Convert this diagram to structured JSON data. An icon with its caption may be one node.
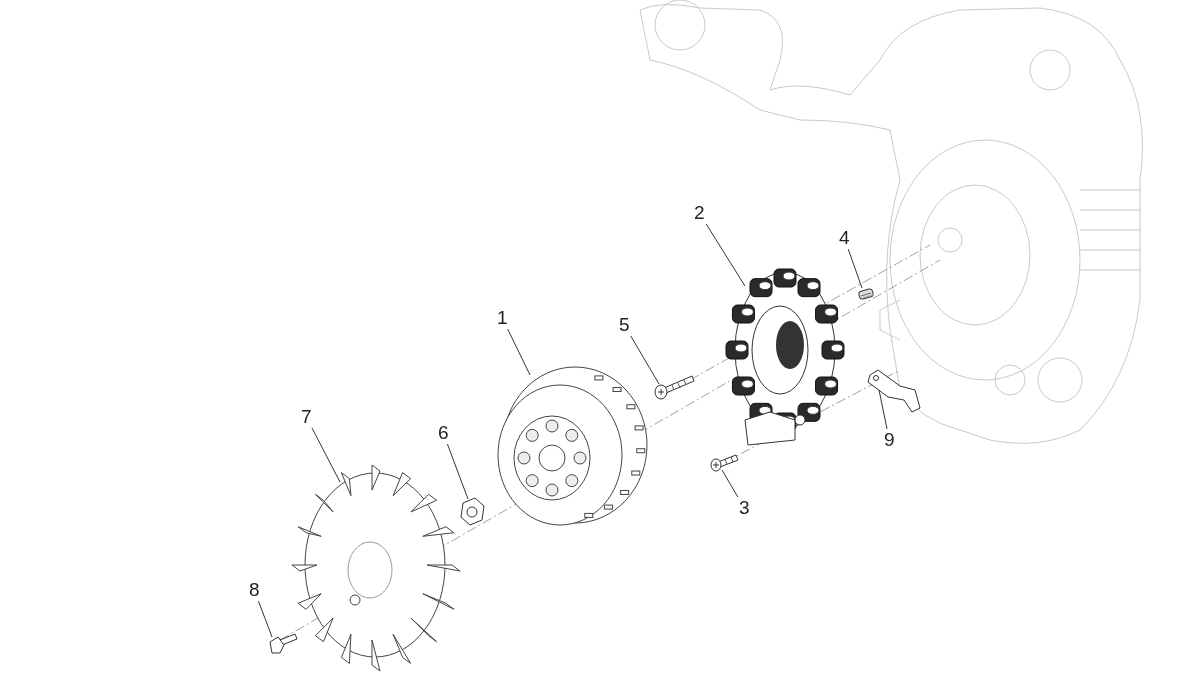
{
  "diagram": {
    "nodes": [
      {
        "text": [
          "2"
        ]
      },
      {
        "text": [
          "4"
        ]
      },
      {
        "text": [
          "1"
        ]
      },
      {
        "text": [
          "5"
        ]
      },
      {
        "text": [
          "7"
        ]
      },
      {
        "text": [
          "6"
        ]
      },
      {
        "text": [
          "9"
        ]
      },
      {
        "text": [
          "3"
        ]
      },
      {
        "text": [
          "8"
        ]
      },
      {
        "text": [],
        "shape": "picture"
      },
      {
        "text": [],
        "shape": "picture"
      },
      {
        "text": [],
        "shape": "picture"
      },
      {
        "text": [],
        "shape": "picture"
      },
      {
        "text": [],
        "shape": "picture"
      },
      {
        "text": [],
        "shape": "picture"
      },
      {
        "text": [],
        "shape": "picture"
      },
      {
        "text": [],
        "shape": "picture"
      },
      {
        "text": [],
        "shape": "picture"
      }
    ],
    "edges": [
      {
        "from": 0,
        "to": 9,
        "arrow": "none"
      },
      {
        "from": 1,
        "to": 10,
        "arrow": "none"
      },
      {
        "from": 2,
        "to": 11,
        "arrow": "none"
      },
      {
        "from": 3,
        "to": 12,
        "arrow": "none"
      },
      {
        "from": 4,
        "to": 13,
        "arrow": "none"
      },
      {
        "from": 5,
        "to": 14,
        "arrow": "none"
      },
      {
        "from": 6,
        "to": 15,
        "arrow": "none"
      },
      {
        "from": 7,
        "to": 16,
        "arrow": "none"
      },
      {
        "from": 8,
        "to": 17,
        "arrow": "none"
      }
    ]
  }
}
